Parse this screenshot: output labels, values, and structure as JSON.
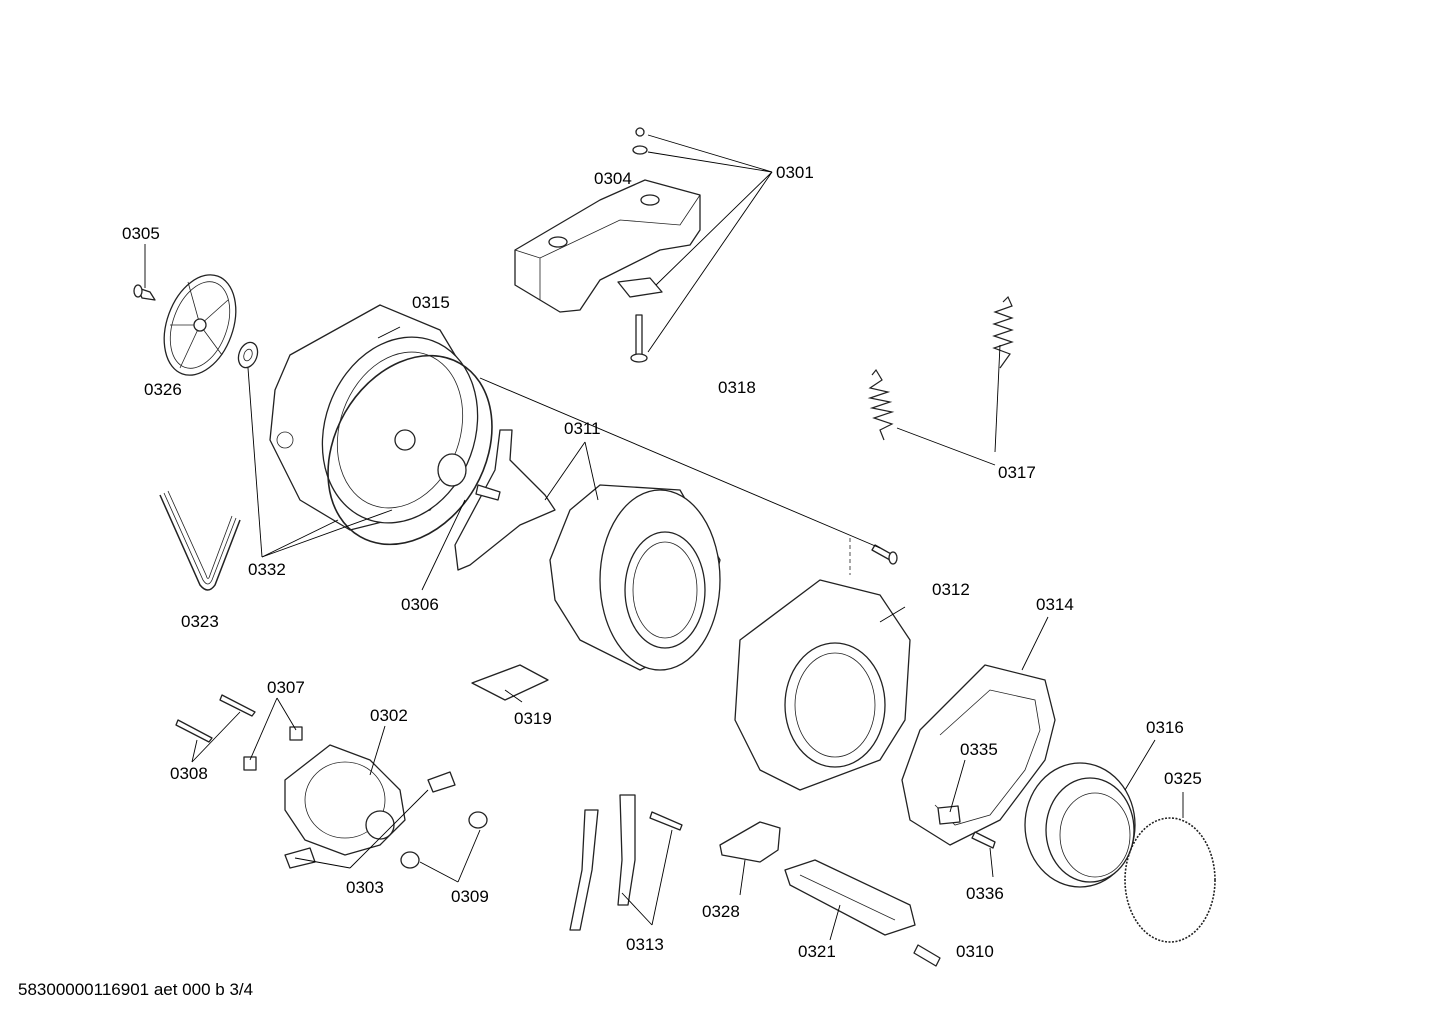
{
  "labels": {
    "p0301": "0301",
    "p0302": "0302",
    "p0303": "0303",
    "p0304": "0304",
    "p0305": "0305",
    "p0306": "0306",
    "p0307": "0307",
    "p0308": "0308",
    "p0309": "0309",
    "p0310": "0310",
    "p0311": "0311",
    "p0312": "0312",
    "p0313": "0313",
    "p0314": "0314",
    "p0315": "0315",
    "p0316": "0316",
    "p0317": "0317",
    "p0318": "0318",
    "p0319": "0319",
    "p0321": "0321",
    "p0323": "0323",
    "p0325": "0325",
    "p0326": "0326",
    "p0328": "0328",
    "p0332": "0332",
    "p0335": "0335",
    "p0336": "0336"
  },
  "footer": "58300000116901 aet 000 b 3/4"
}
